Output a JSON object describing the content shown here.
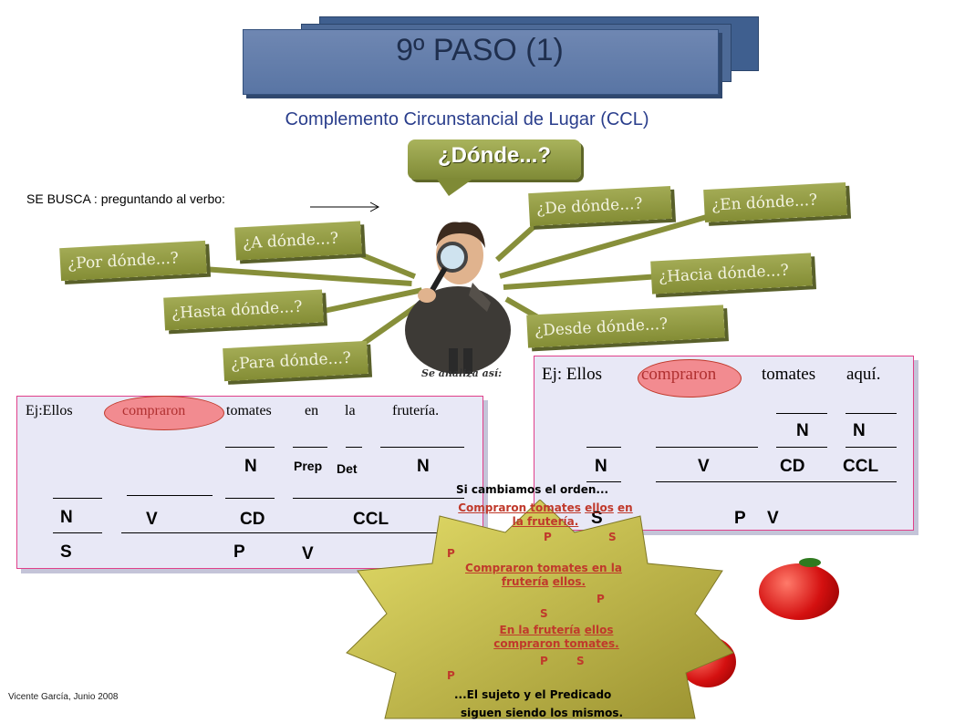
{
  "title": "9º PASO   (1)",
  "subtitle": "Complemento Circunstancial de Lugar (CCL)",
  "bubble": "¿Dónde...?",
  "se_busca": "SE BUSCA : preguntando al verbo:",
  "questions": {
    "por": "¿Por dónde...?",
    "a": "¿A dónde...?",
    "hasta": "¿Hasta dónde...?",
    "para": "¿Para dónde...?",
    "de": "¿De dónde...?",
    "en": "¿En dónde...?",
    "hacia": "¿Hacia dónde...?",
    "desde": "¿Desde dónde...?"
  },
  "analiza": "Se analiza así:",
  "left_panel": {
    "sentence": [
      "Ej:Ellos",
      "compraron",
      "tomates",
      "en",
      "la",
      "frutería."
    ],
    "row1": [
      "N",
      "Prep",
      "Det",
      "N"
    ],
    "row2": [
      "N",
      "V",
      "CD",
      "CCL"
    ],
    "row3": [
      "S",
      "P",
      "V"
    ]
  },
  "right_panel": {
    "sentence": [
      "Ej: Ellos",
      "compraron",
      "tomates",
      "aquí."
    ],
    "row1": [
      "N",
      "N"
    ],
    "row2": [
      "N",
      "V",
      "CD",
      "CCL"
    ],
    "row3": [
      "S",
      "P",
      "V"
    ]
  },
  "note": {
    "intro": "Si cambiamos el orden...",
    "ex1_a": "Compraron tomates",
    "ex1_b": "ellos",
    "ex1_c": "en",
    "ex1_d": "la frutería.",
    "ex1_p": "P",
    "ex1_s": "S",
    "p1": "P",
    "ex2_a": "Compraron tomates en la",
    "ex2_b": "frutería",
    "ex2_c": "ellos.",
    "ex2_p": "P",
    "ex2_s": "S",
    "ex3_a": "En la frutería",
    "ex3_b": "ellos",
    "ex3_c": "compraron tomates.",
    "ex3_p": "P",
    "ex3_s": "S",
    "p3": "P",
    "outro1": "...El sujeto y el Predicado",
    "outro2": "siguen siendo los mismos."
  },
  "credit": "Vicente García, Junio 2008",
  "colors": {
    "olive": "#8f9840",
    "banner": "#5975a4",
    "accent_red": "#c0392b",
    "panel_border": "#e0408a"
  }
}
